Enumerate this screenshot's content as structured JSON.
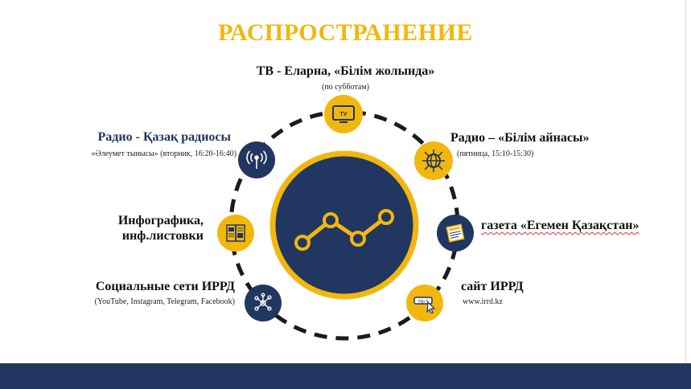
{
  "title": "РАСПРОСТРАНЕНИЕ",
  "colors": {
    "accent": "#f2b70f",
    "navy": "#213660",
    "bottom_bar": "#213660"
  },
  "channels": [
    {
      "id": "tv",
      "label": "ТВ - Еларна, «Білім жолында»",
      "sub": "(по субботам)",
      "icon": "tv-icon"
    },
    {
      "id": "radio-bilim",
      "label": "Радио – «Білім айнасы»",
      "sub": "(пятница, 15:10-15:30)",
      "icon": "globe-network-icon"
    },
    {
      "id": "newspaper",
      "label": "газета «Егемен Қазақстан»",
      "sub": "",
      "icon": "newspaper-icon"
    },
    {
      "id": "site",
      "label": "сайт ИРРД",
      "sub": "www.irrd.kz",
      "icon": "web-cursor-icon"
    },
    {
      "id": "social",
      "label": "Социальные сети ИРРД",
      "sub": "(YouTube, Instagram, Telegram, Facebook)",
      "icon": "share-network-icon"
    },
    {
      "id": "infographics",
      "label_line1": "Инфографика,",
      "label_line2": "инф.листовки",
      "icon": "leaflet-icon"
    },
    {
      "id": "radio-kazakh",
      "label": "Радио - Қазақ радиосы",
      "sub": "«Әлеумет тынысы» (вторник, 16:20-16:40)",
      "icon": "broadcast-icon"
    }
  ],
  "center": {
    "icon": "line-chart-icon"
  }
}
